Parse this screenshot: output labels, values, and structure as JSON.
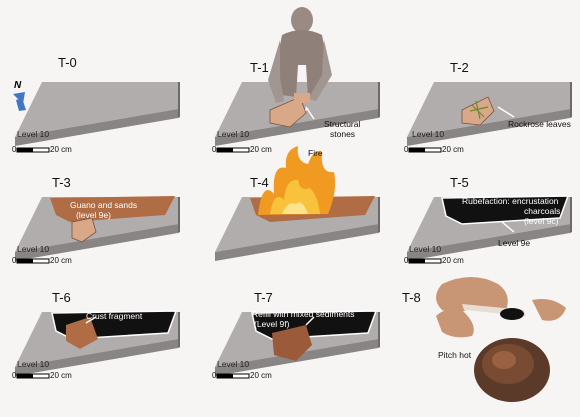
{
  "compass": {
    "label": "N"
  },
  "scale_label": "20 cm",
  "scale_zero": "0",
  "stages": [
    {
      "id": "T-0",
      "level": "Level 10",
      "notes": []
    },
    {
      "id": "T-1",
      "level": "Level 10",
      "notes": [
        "Structural",
        "stones"
      ]
    },
    {
      "id": "T-2",
      "level": "Level 10",
      "notes": [
        "Rockrose leaves"
      ]
    },
    {
      "id": "T-3",
      "level": "Level 10",
      "notes": [
        "Guano and sands",
        "(level 9e)"
      ]
    },
    {
      "id": "T-4",
      "level": "",
      "notes": [
        "Fire"
      ]
    },
    {
      "id": "T-5",
      "level": "Level 10",
      "notes": [
        "Rubefaction: encrustation",
        "charcoals",
        "(level 9c)",
        "Level 9e"
      ]
    },
    {
      "id": "T-6",
      "level": "Level 10",
      "notes": [
        "Crust fragment"
      ]
    },
    {
      "id": "T-7",
      "level": "Level 10",
      "notes": [
        "Refill with mixed sediments",
        "(Level 9f)"
      ]
    },
    {
      "id": "T-8",
      "level": "",
      "notes": [
        "Pitch hot"
      ]
    }
  ],
  "colors": {
    "slab_top": "#b1adad",
    "slab_front": "#8a8585",
    "slab_side": "#6f6a6a",
    "guano": "#b06c45",
    "fire": "#f19a22",
    "crust": "#111111"
  }
}
